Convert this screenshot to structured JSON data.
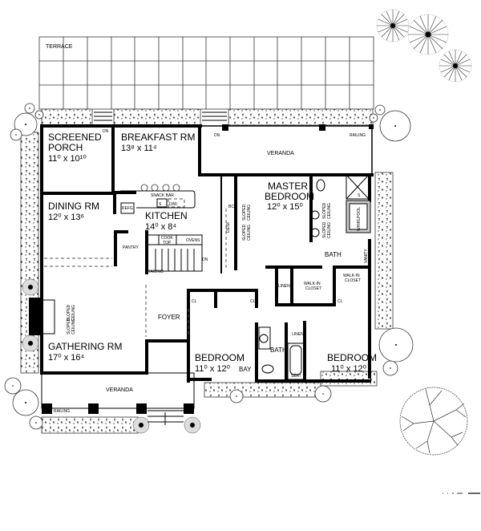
{
  "plan": {
    "type": "residential floor plan",
    "rooms": {
      "terrace": {
        "name": "TERRACE"
      },
      "screened_porch": {
        "name_line1": "SCREENED",
        "name_line2": "PORCH",
        "dims": "11⁰ x 10¹⁰"
      },
      "breakfast_rm": {
        "name": "BREAKFAST  RM",
        "dims": "13⁸ x 11⁴"
      },
      "veranda_rear": {
        "name": "VERANDA"
      },
      "dining_rm": {
        "name": "DINING  RM",
        "dims": "12⁰ x 13⁶"
      },
      "kitchen": {
        "name": "KITCHEN",
        "dims": "14⁰ x 8⁴"
      },
      "master_bedroom": {
        "name_line1": "MASTER",
        "name_line2": "BEDROOM",
        "dims": "12⁰ x 15⁰"
      },
      "master_bath": {
        "name": "BATH"
      },
      "gathering_rm": {
        "name": "GATHERING  RM",
        "dims": "17⁰ x 16⁴"
      },
      "foyer": {
        "name": "FOYER"
      },
      "bedroom_left": {
        "name": "BEDROOM",
        "dims": "11⁰ x 12⁰",
        "note": "BAY"
      },
      "hall_bath": {
        "name": "BATH"
      },
      "bedroom_right": {
        "name": "BEDROOM",
        "dims": "11⁰ x 12⁰"
      },
      "veranda_front": {
        "name": "VERANDA"
      }
    },
    "fixtures": {
      "snack_bar": "SNACK BAR",
      "refg": "REFG",
      "sink": "S",
      "dishwasher": "D/W.",
      "cook_top_1": "COOK",
      "cook_top_2": "TOP",
      "ovens": "OVENS",
      "pantry": "PANTRY",
      "railing": "RAILING",
      "dn": "DN",
      "bc": "BC",
      "desk": "DESK",
      "whirlpool": "WHIRLPOOL",
      "shower": "S",
      "vanity": "VANITY",
      "linen": "LINEN",
      "walk_in_closet_1": "WALK-IN",
      "walk_in_closet_2": "CLOSET",
      "cl": "CL",
      "seat": "SEAT",
      "sloped": "SLOPED",
      "ceiling": "CEILING"
    }
  }
}
